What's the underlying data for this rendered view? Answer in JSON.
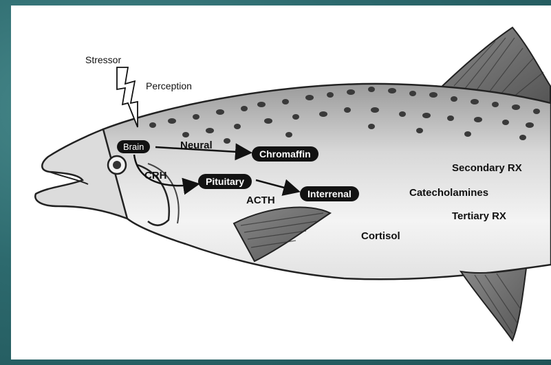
{
  "labels": {
    "stressor": "Stressor",
    "perception": "Perception",
    "brain": "Brain",
    "neural": "Neural",
    "chromaffin": "Chromaffin",
    "crh": "CRH",
    "pituitary": "Pituitary",
    "acth": "ACTH",
    "interrenal": "Interrenal",
    "secondary_rx": "Secondary RX",
    "catecholamines": "Catecholamines",
    "tertiary_rx": "Tertiary RX",
    "cortisol": "Cortisol"
  },
  "colors": {
    "background": "#2f6b6f",
    "panel": "#ffffff",
    "pill": "#121212",
    "fish_body": "#e9e9e9",
    "fish_spots": "#3a3a3a",
    "fin": "#6f6f6f"
  }
}
